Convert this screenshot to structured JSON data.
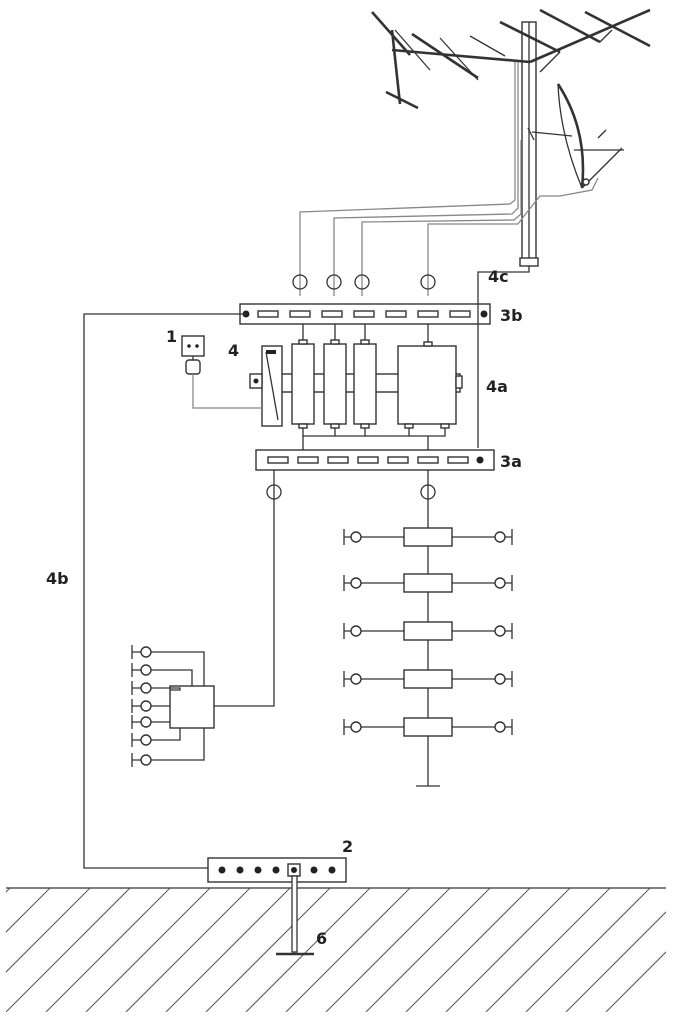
{
  "labels": {
    "outlet": "1",
    "ground_bar": "2",
    "rail_lower": "3a",
    "rail_upper": "3b",
    "amplifier": "4",
    "component_bus": "4a",
    "ground_wire": "4b",
    "mast_ground_wire": "4c",
    "ground_rod": "6"
  },
  "colors": {
    "line": "#333333",
    "cable": "#888888",
    "background": "#ffffff"
  }
}
